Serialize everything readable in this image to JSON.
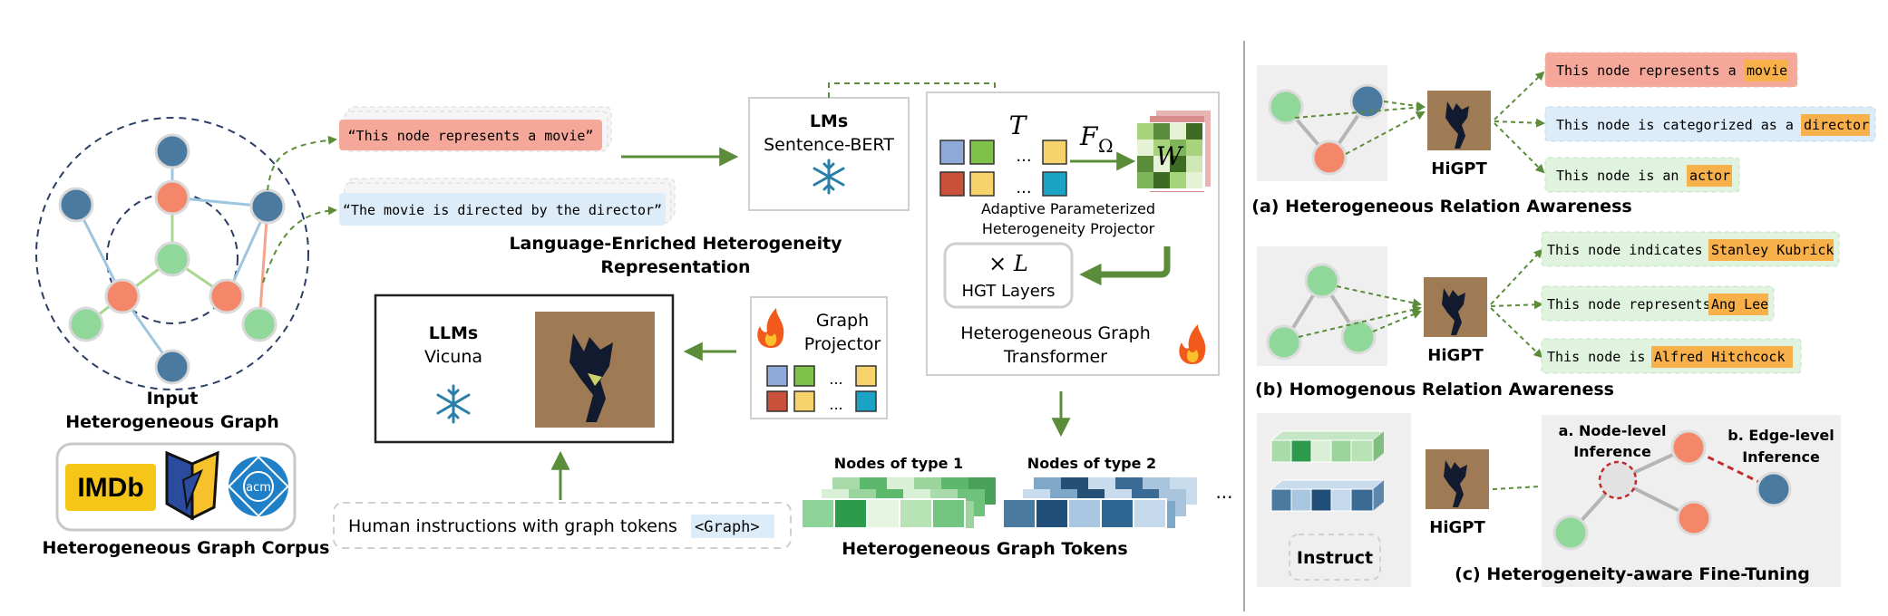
{
  "input_graph": {
    "title_line1": "Input",
    "title_line2": "Heterogeneous Graph"
  },
  "corpus": {
    "imdb_label": "IMDb",
    "acm_label": "acm",
    "caption": "Heterogeneous Graph Corpus"
  },
  "texts": {
    "movie_text": "“This node represents a movie”",
    "director_text": "“The movie is directed by the director”"
  },
  "lang_repr": {
    "line1": "Language-Enriched Heterogeneity",
    "line2": "Representation"
  },
  "lms": {
    "title": "LMs",
    "subtitle": "Sentence-BERT"
  },
  "hgt": {
    "t_symbol": "T",
    "f_symbol": "F",
    "f_sub": "Ω",
    "w_symbol": "W",
    "dots": "...",
    "projector_line1": "Adaptive Parameterized",
    "projector_line2": "Heterogeneity Projector",
    "times_l": "× L",
    "layers_label": "HGT Layers",
    "caption_line1": "Heterogeneous Graph",
    "caption_line2": "Transformer"
  },
  "graph_projector": {
    "line1": "Graph",
    "line2": "Projector",
    "dots": "..."
  },
  "llms": {
    "title": "LLMs",
    "subtitle": "Vicuna"
  },
  "instructions": {
    "text": "Human instructions with graph tokens",
    "token": "<Graph>"
  },
  "tokens": {
    "type1": "Nodes of type 1",
    "type2": "Nodes of type 2",
    "ellipsis": "...",
    "caption": "Heterogeneous Graph Tokens"
  },
  "panel_a": {
    "hi_label": "HiGPT",
    "out1_prefix": "This node represents a",
    "out1_hl": "movie",
    "out2_prefix": "This node is categorized as a",
    "out2_hl": "director",
    "out3_prefix": "This node is an",
    "out3_hl": "actor",
    "caption": "(a) Heterogeneous Relation Awareness"
  },
  "panel_b": {
    "hi_label": "HiGPT",
    "out1_prefix": "This node indicates",
    "out1_hl": "Stanley Kubrick",
    "out2_prefix": "This node represents",
    "out2_hl": "Ang Lee",
    "out3_prefix": "This node is",
    "out3_hl": "Alfred Hitchcock",
    "caption": "(b) Homogenous Relation Awareness"
  },
  "panel_c": {
    "instruct": "Instruct",
    "hi_label": "HiGPT",
    "node_level_1": "a. Node-level",
    "node_level_2": "Inference",
    "edge_level_1": "b. Edge-level",
    "edge_level_2": "Inference",
    "caption": "(c) Heterogeneity-aware Fine-Tuning"
  },
  "colors": {
    "arrow_green": "#5b8c3a",
    "node_blue": "#4a7aa0",
    "node_orange": "#f4876a",
    "node_green": "#8fd89a",
    "highlight_orange": "#f8b04a",
    "edge_red": "#c22b2b"
  }
}
